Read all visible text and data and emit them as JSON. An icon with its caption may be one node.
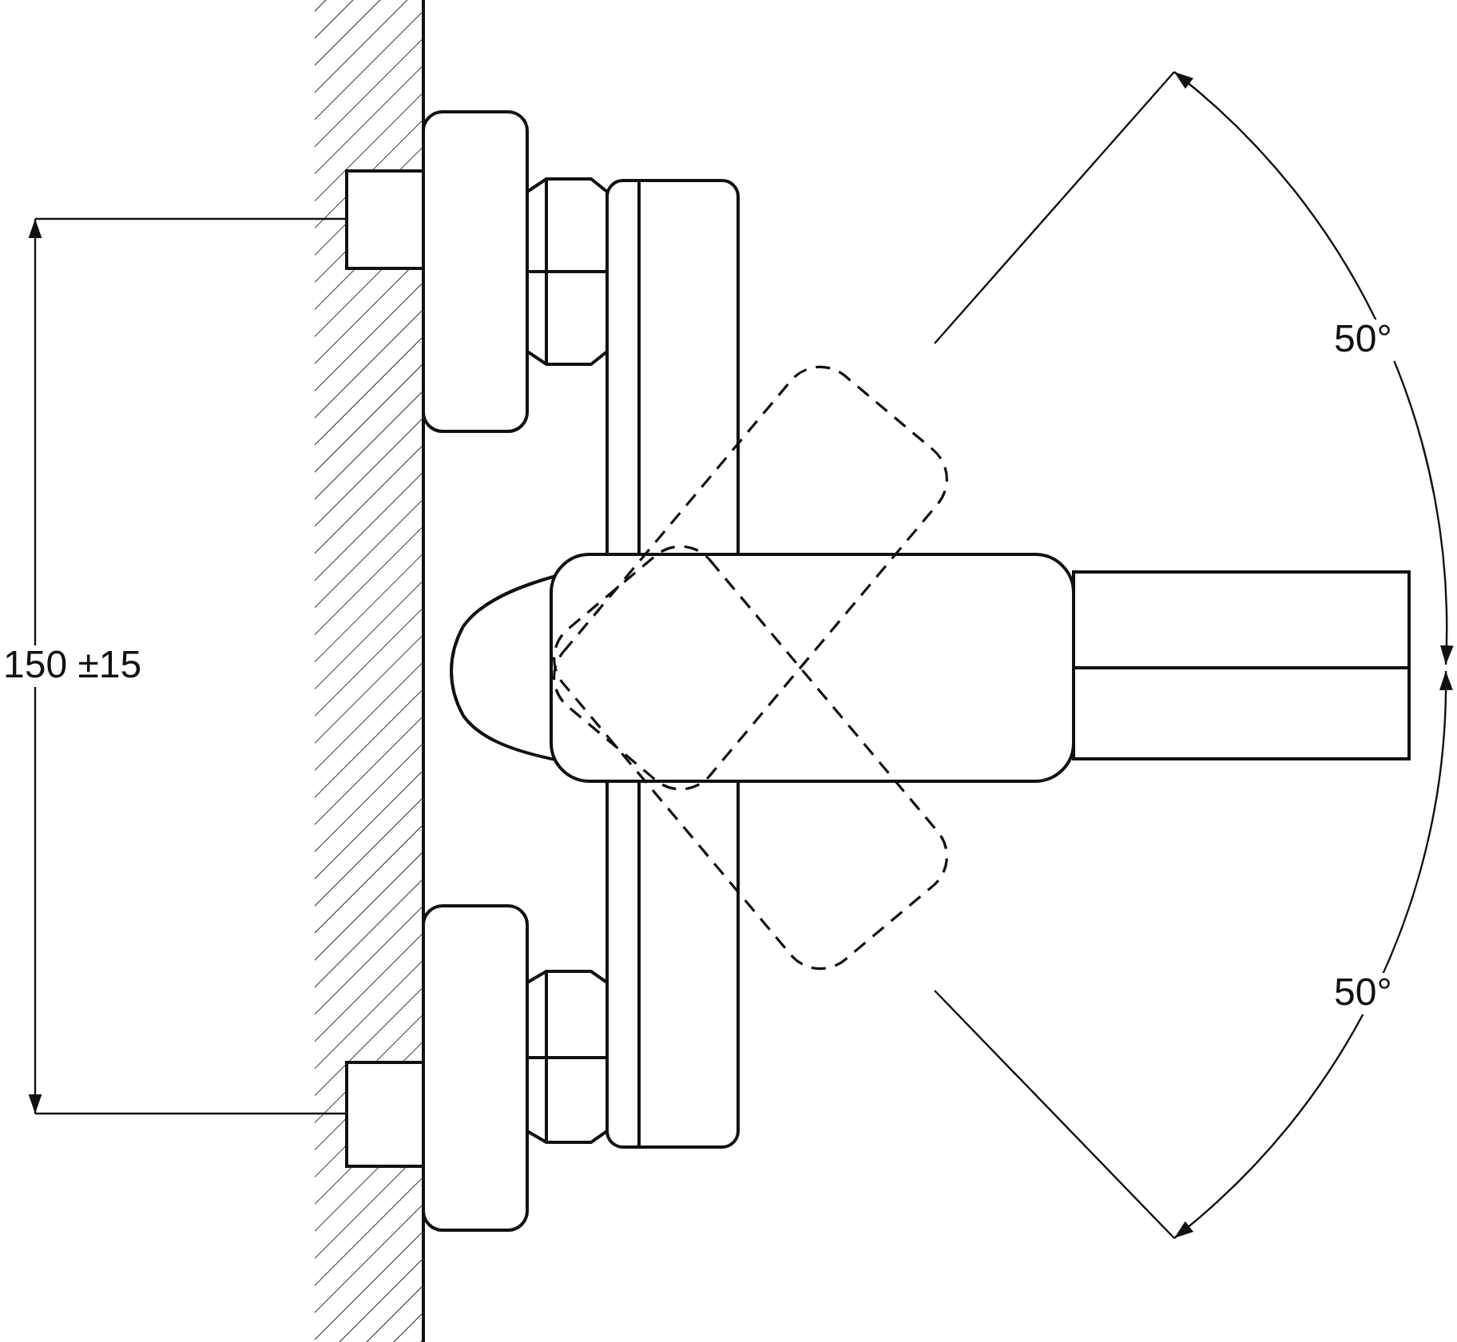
{
  "diagram": {
    "labels": [
      "50°",
      "150 ±15",
      "50°"
    ]
  }
}
